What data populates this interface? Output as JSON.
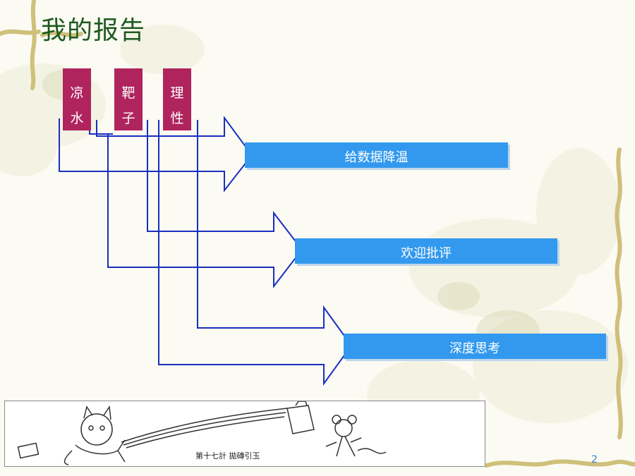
{
  "slide": {
    "title": "我的报告",
    "page_number": "2"
  },
  "tags": [
    {
      "top": "凉",
      "bottom": "水"
    },
    {
      "top": "靶",
      "bottom": "子"
    },
    {
      "top": "理",
      "bottom": "性"
    }
  ],
  "bars": [
    {
      "label": "给数据降温"
    },
    {
      "label": "欢迎批评"
    },
    {
      "label": "深度思考"
    }
  ],
  "cartoon": {
    "caption": "第十七計 拋磚引玉"
  },
  "colors": {
    "tag": "#b0245e",
    "bar": "#3399ee",
    "arrow_outline": "#1a2fbf",
    "title": "#1e5a1e",
    "page_number": "#3388cc"
  }
}
